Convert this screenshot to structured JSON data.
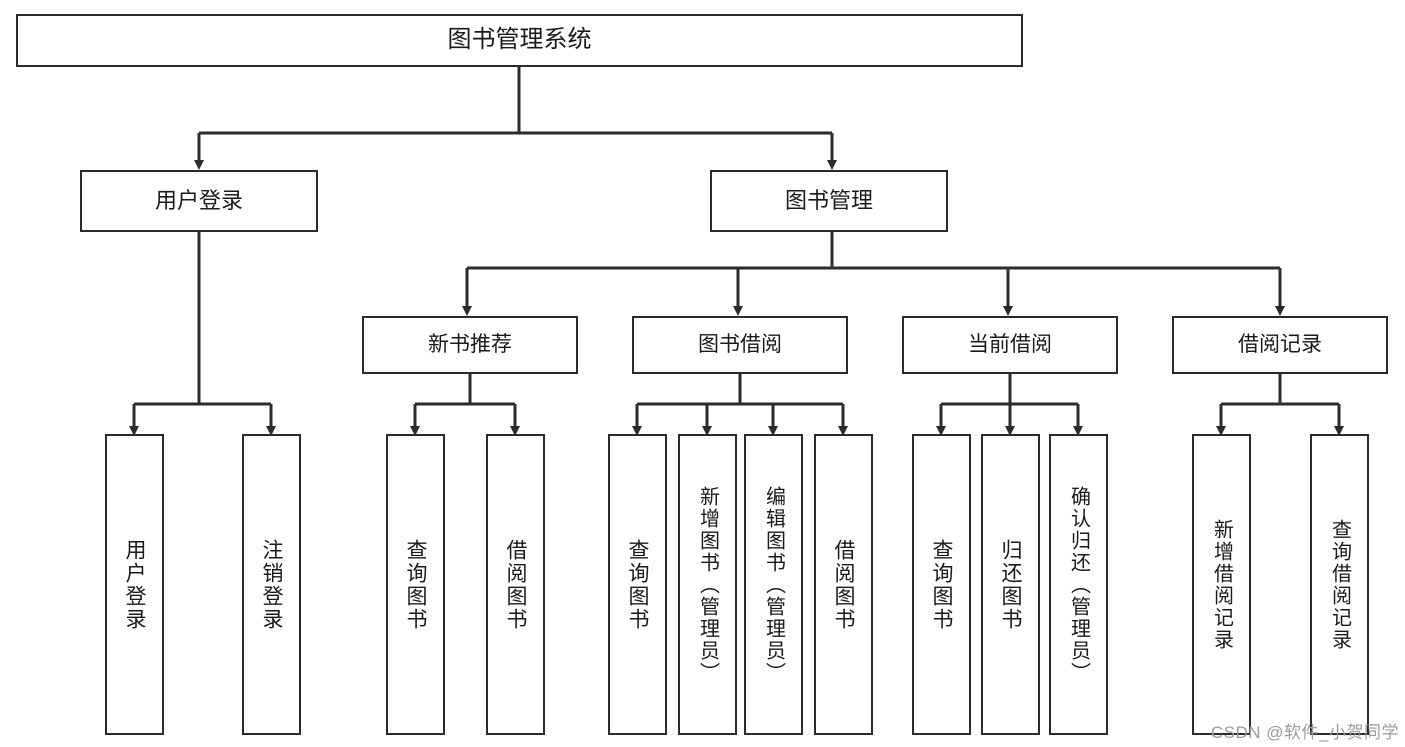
{
  "diagram": {
    "title": "图书管理系统",
    "type": "tree",
    "watermark": "CSDN @软件_小贺同学",
    "colors": {
      "box_border": "#2b2b2b",
      "box_fill": "#ffffff",
      "edge": "#2b2b2b",
      "text": "#1a1a1a",
      "watermark": "#9b9b9b",
      "background": "#ffffff"
    },
    "nodes": {
      "root": {
        "label": "图书管理系统"
      },
      "level2": [
        {
          "id": "user-login",
          "label": "用户登录"
        },
        {
          "id": "book-manage",
          "label": "图书管理"
        }
      ],
      "level3": [
        {
          "id": "new-book-recommend",
          "label": "新书推荐"
        },
        {
          "id": "book-borrow",
          "label": "图书借阅"
        },
        {
          "id": "current-borrow",
          "label": "当前借阅"
        },
        {
          "id": "borrow-record",
          "label": "借阅记录"
        }
      ],
      "leaves": {
        "user-login": [
          {
            "id": "leaf-user-login",
            "label": "用户登录"
          },
          {
            "id": "leaf-logout-login",
            "label": "注销登录"
          }
        ],
        "new-book-recommend": [
          {
            "id": "leaf-query-book-1",
            "label": "查询图书"
          },
          {
            "id": "leaf-borrow-book-1",
            "label": "借阅图书"
          }
        ],
        "book-borrow": [
          {
            "id": "leaf-query-book-2",
            "label": "查询图书"
          },
          {
            "id": "leaf-add-book-admin",
            "label": "新增图书（管理员）"
          },
          {
            "id": "leaf-edit-book-admin",
            "label": "编辑图书（管理员）"
          },
          {
            "id": "leaf-borrow-book-2",
            "label": "借阅图书"
          }
        ],
        "current-borrow": [
          {
            "id": "leaf-query-book-3",
            "label": "查询图书"
          },
          {
            "id": "leaf-return-book",
            "label": "归还图书"
          },
          {
            "id": "leaf-confirm-return-admin",
            "label": "确认归还（管理员）"
          }
        ],
        "borrow-record": [
          {
            "id": "leaf-add-borrow-record",
            "label": "新增借阅记录"
          },
          {
            "id": "leaf-query-borrow-record",
            "label": "查询借阅记录"
          }
        ]
      }
    }
  }
}
